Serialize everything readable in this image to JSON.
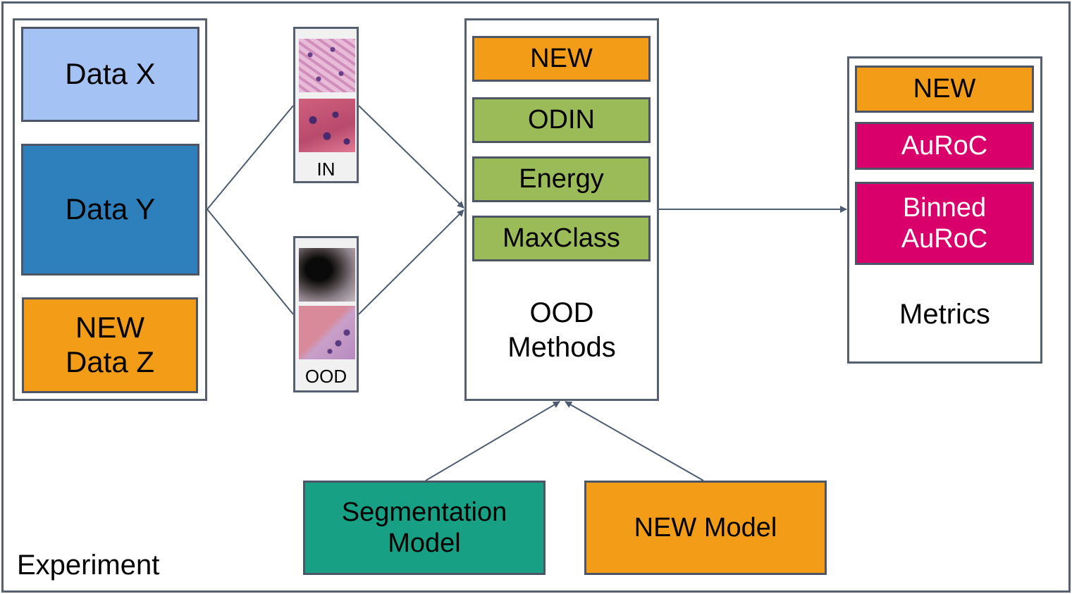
{
  "experiment": {
    "label": "Experiment",
    "datasets": [
      {
        "label": "Data X",
        "color": "#a4c2f4"
      },
      {
        "label": "Data Y",
        "color": "#2e80bd"
      },
      {
        "label": "NEW\nData Z",
        "color": "#f39c18"
      }
    ]
  },
  "samples": {
    "in_label": "IN",
    "ood_label": "OOD"
  },
  "ood_methods": {
    "label": "OOD\nMethods",
    "items": [
      {
        "label": "NEW",
        "color": "#f39c18"
      },
      {
        "label": "ODIN",
        "color": "#9bbb59"
      },
      {
        "label": "Energy",
        "color": "#9bbb59"
      },
      {
        "label": "MaxClass",
        "color": "#9bbb59"
      }
    ]
  },
  "metrics": {
    "label": "Metrics",
    "items": [
      {
        "label": "NEW",
        "color": "#f39c18"
      },
      {
        "label": "AuRoC",
        "color": "#d9006b"
      },
      {
        "label": "Binned\nAuRoC",
        "color": "#d9006b"
      }
    ]
  },
  "models": [
    {
      "label": "Segmentation\nModel",
      "color": "#17a084"
    },
    {
      "label": "NEW Model",
      "color": "#f39c18"
    }
  ],
  "colors": {
    "frame": "#56606f",
    "line": "#4d5b70"
  }
}
